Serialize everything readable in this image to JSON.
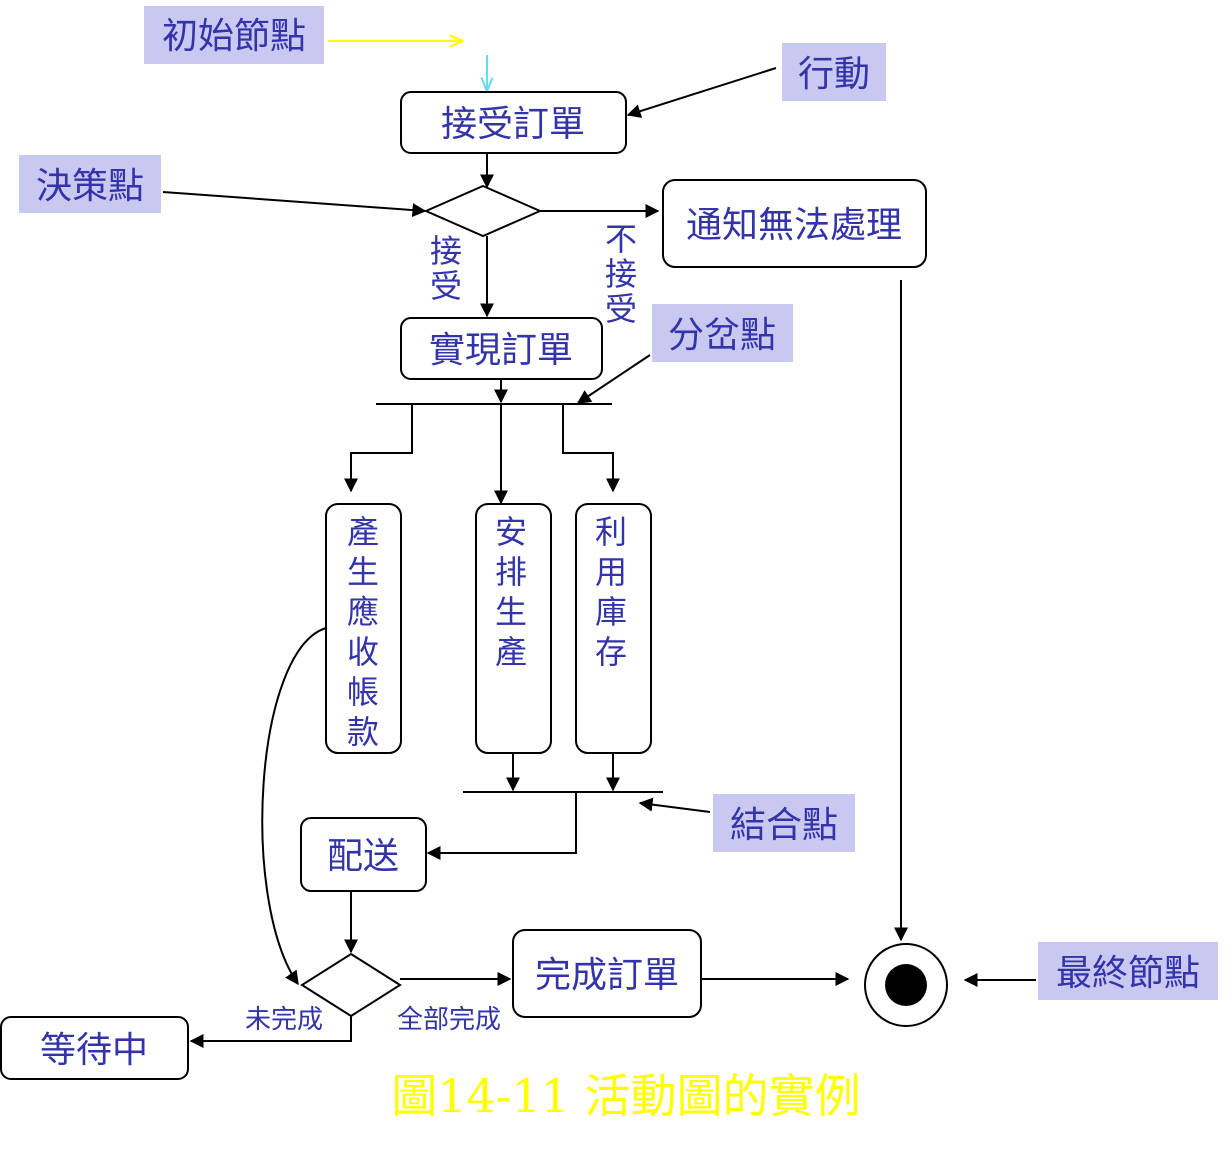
{
  "actions": {
    "accept_order": "接受訂單",
    "notify_unable": "通知無法處理",
    "fulfill_order": "實現訂單",
    "generate_receivable": "產生應收帳款",
    "arrange_production": "安排生產",
    "use_inventory": "利用庫存",
    "deliver": "配送",
    "complete_order": "完成訂單",
    "waiting": "等待中"
  },
  "guards": {
    "accept": "接受",
    "not_accept": "不接受",
    "not_complete": "未完成",
    "all_complete": "全部完成"
  },
  "callouts": {
    "initial_node": "初始節點",
    "action": "行動",
    "decision_point": "決策點",
    "fork_point": "分岔點",
    "join_point": "結合點",
    "final_node": "最終節點"
  },
  "caption": "圖14-11 活動圖的實例",
  "colors": {
    "label_text": "#3333aa",
    "callout_background": "#c8c8f0",
    "caption": "#ffff00",
    "initial_arrow": "#ffff00",
    "initial_flow": "#66ddee"
  }
}
